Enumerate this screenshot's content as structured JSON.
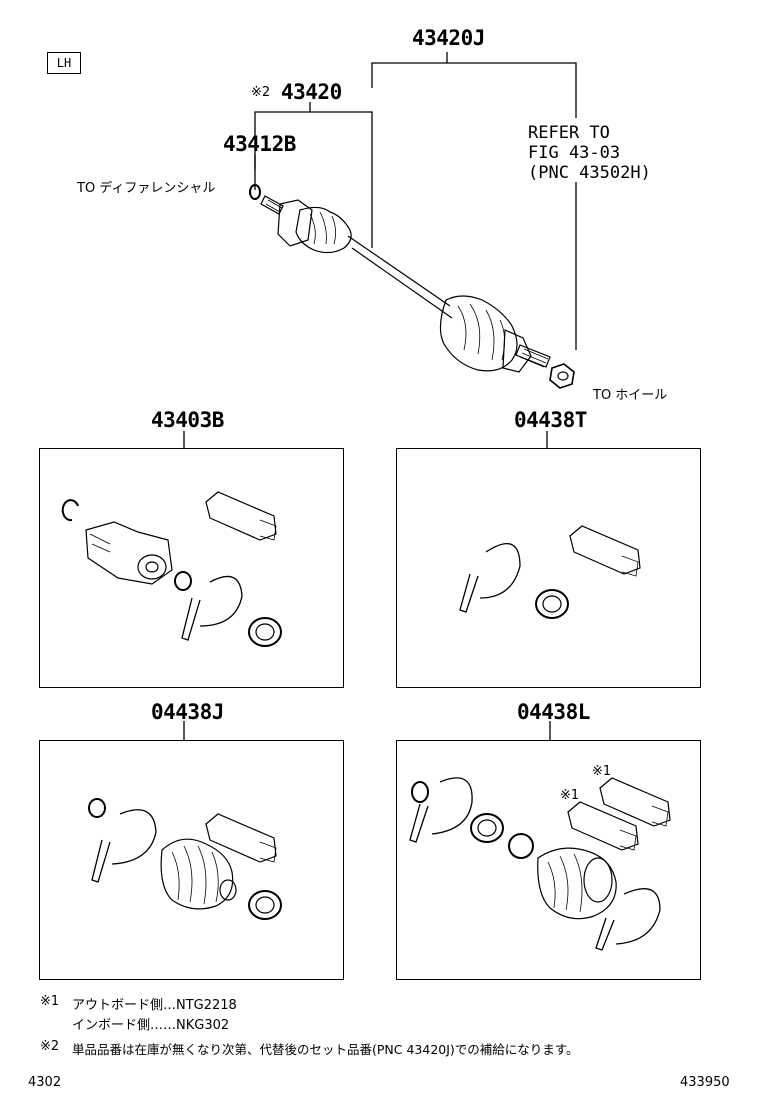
{
  "side_badge": "LH",
  "assembly": {
    "pn_43420J": "43420J",
    "pn_43420_mark": "※2",
    "pn_43420": "43420",
    "pn_43412B": "43412B",
    "refer_lines": [
      "REFER TO",
      "FIG 43-03",
      "(PNC 43502H)"
    ],
    "to_differential": "TO ディファレンシャル",
    "to_wheel": "TO ホイール"
  },
  "kits": [
    {
      "pn": "43403B"
    },
    {
      "pn": "04438T"
    },
    {
      "pn": "04438J"
    },
    {
      "pn": "04438L",
      "mark_a": "※1",
      "mark_b": "※1"
    }
  ],
  "notes": {
    "n1_mark": "※1",
    "n1_line1": "アウトボード側…NTG2218",
    "n1_line2": "インボード側……NKG302",
    "n2_mark": "※2",
    "n2_text": "単品品番は在庫が無くなり次第、代替後のセット品番(PNC 43420J)での補給になります。"
  },
  "footer": {
    "left": "4302",
    "right": "433950"
  }
}
